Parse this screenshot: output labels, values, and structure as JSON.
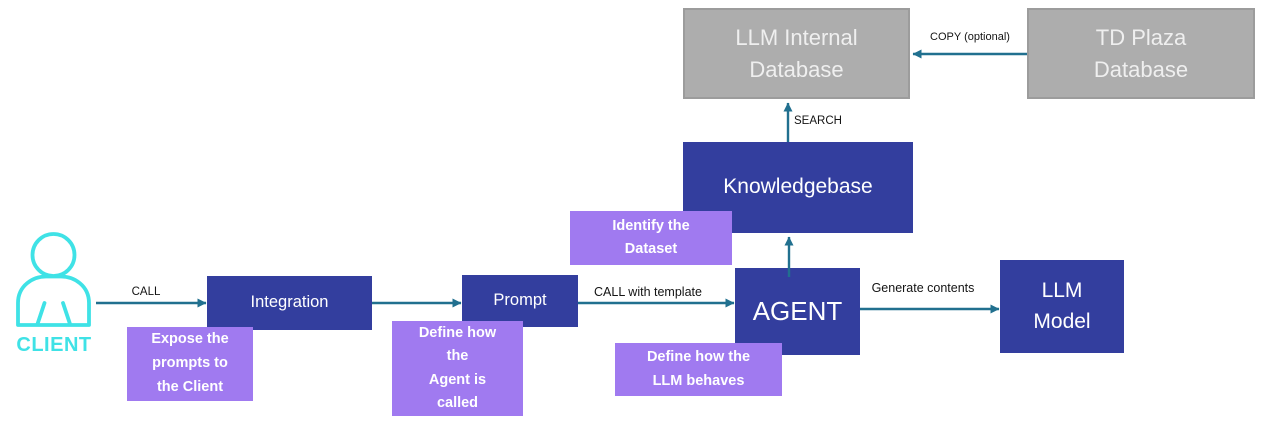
{
  "nodes": {
    "client": {
      "label": "CLIENT"
    },
    "integration": {
      "label": "Integration"
    },
    "prompt": {
      "label": "Prompt"
    },
    "agent": {
      "label": "AGENT"
    },
    "knowledgebase": {
      "label": "Knowledgebase"
    },
    "llm_model": {
      "lines": [
        "LLM",
        "Model"
      ]
    },
    "llm_internal_db": {
      "lines": [
        "LLM Internal",
        "Database"
      ]
    },
    "td_plaza_db": {
      "lines": [
        "TD Plaza",
        "Database"
      ]
    }
  },
  "notes": {
    "expose": {
      "lines": [
        "Expose the",
        "prompts to",
        "the Client"
      ]
    },
    "define_agent": {
      "lines": [
        "Define how",
        "the",
        "Agent is",
        "called"
      ]
    },
    "identify_dataset": {
      "lines": [
        "Identify the",
        "Dataset"
      ]
    },
    "define_llm": {
      "lines": [
        "Define how the",
        "LLM behaves"
      ]
    }
  },
  "edges": {
    "call": {
      "label": "CALL"
    },
    "call_with_template": {
      "label": "CALL with template"
    },
    "generate_contents": {
      "label": "Generate contents"
    },
    "search": {
      "label": "SEARCH"
    },
    "copy_optional": {
      "label": "COPY (optional)"
    }
  },
  "icons": {
    "client": "person-icon"
  },
  "colors": {
    "node_blue": "#333E9E",
    "note_purple": "#A07AF0",
    "database_gray": "#ADADAD",
    "database_border_gray": "#9C9C9C",
    "arrow_teal": "#21708F",
    "client_cyan": "#3FE2E6",
    "label_black": "#141414",
    "background": "#FFFFFF"
  }
}
